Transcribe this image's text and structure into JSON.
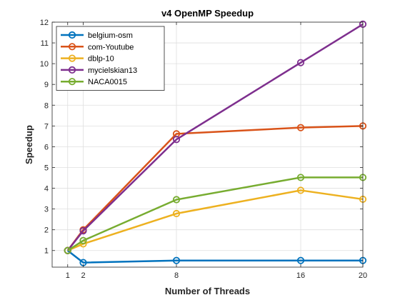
{
  "chart_data": {
    "type": "line",
    "title": "v4 OpenMP Speedup",
    "xlabel": "Number of Threads",
    "ylabel": "Speedup",
    "x": [
      1,
      2,
      8,
      16,
      20
    ],
    "xticks": [
      1,
      2,
      8,
      16,
      20
    ],
    "yticks": [
      1,
      2,
      3,
      4,
      5,
      6,
      7,
      8,
      9,
      10,
      11,
      12
    ],
    "xlim": [
      0,
      20
    ],
    "ylim": [
      0.2,
      12
    ],
    "grid": true,
    "legend_position": "top-left",
    "series": [
      {
        "name": "belgium-osm",
        "color": "#0072BD",
        "values": [
          1,
          0.42,
          0.52,
          0.52,
          0.52
        ]
      },
      {
        "name": "com-Youtube",
        "color": "#D95319",
        "values": [
          1,
          2.0,
          6.62,
          6.92,
          7.0
        ]
      },
      {
        "name": "dblp-10",
        "color": "#EDB120",
        "values": [
          1,
          1.32,
          2.78,
          3.9,
          3.47
        ]
      },
      {
        "name": "mycielskian13",
        "color": "#7E2F8E",
        "values": [
          1,
          1.95,
          6.35,
          10.05,
          11.9
        ]
      },
      {
        "name": "NACA0015",
        "color": "#77AC30",
        "values": [
          1,
          1.48,
          3.45,
          4.52,
          4.52
        ]
      }
    ]
  }
}
